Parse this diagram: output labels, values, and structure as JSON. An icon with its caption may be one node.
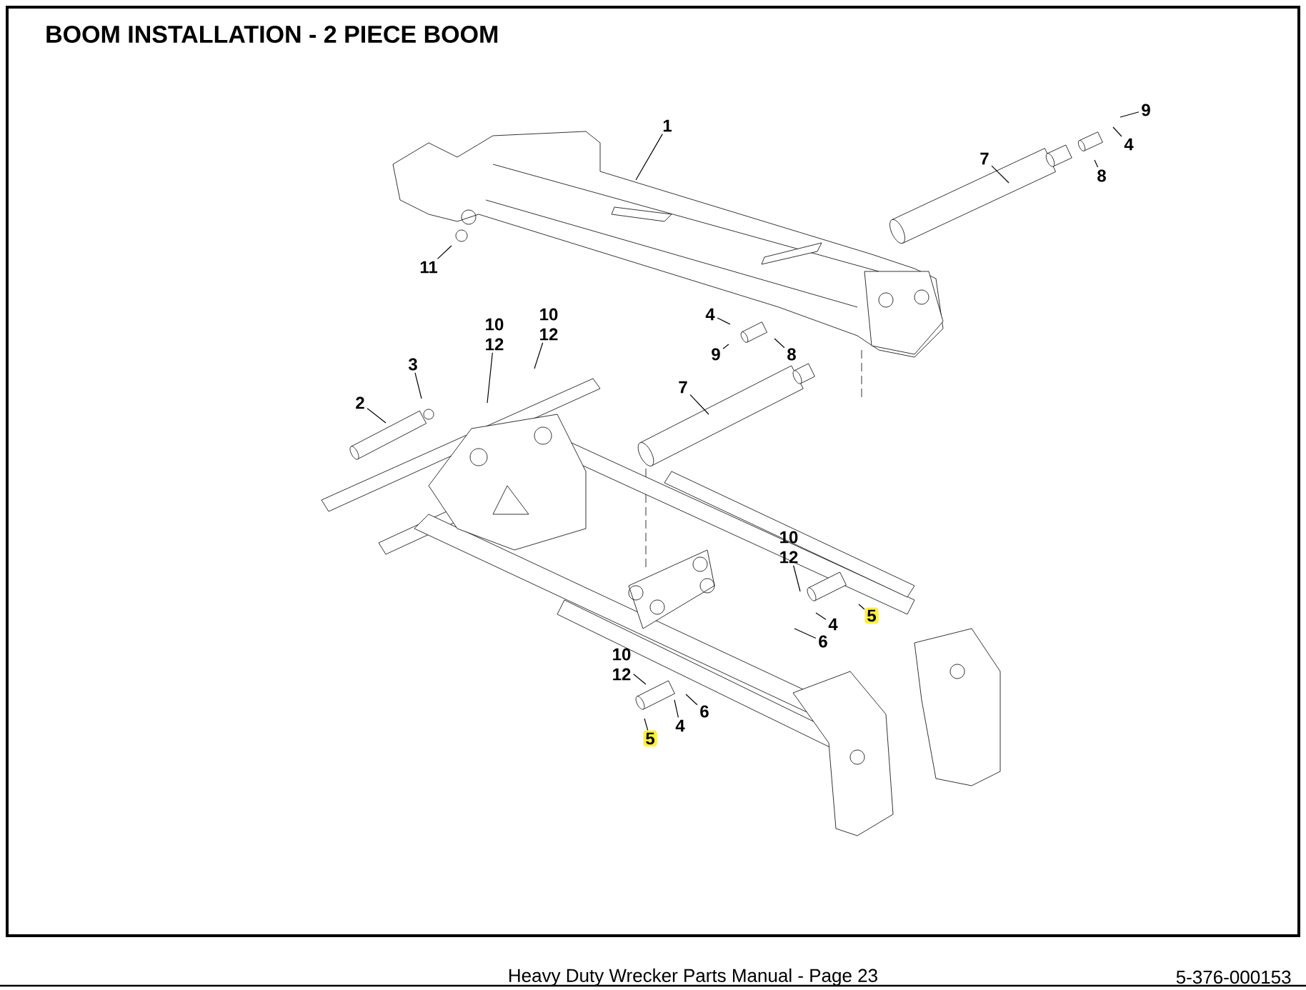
{
  "diagram": {
    "title": "BOOM INSTALLATION - 2 PIECE BOOM",
    "nodes": [
      {
        "text": [
          "1"
        ]
      },
      {
        "text": [
          "9"
        ]
      },
      {
        "text": [
          "4"
        ]
      },
      {
        "text": [
          "7"
        ]
      },
      {
        "text": [
          "8"
        ]
      },
      {
        "text": [
          "11"
        ]
      },
      {
        "text": [
          "4"
        ]
      },
      {
        "text": [
          "10",
          "12"
        ]
      },
      {
        "text": [
          "10",
          "12"
        ]
      },
      {
        "text": [
          "9"
        ]
      },
      {
        "text": [
          "8"
        ]
      },
      {
        "text": [
          "3"
        ]
      },
      {
        "text": [
          "7"
        ]
      },
      {
        "text": [
          "2"
        ]
      },
      {
        "text": [
          "10",
          "12"
        ]
      },
      {
        "text": [
          "5"
        ]
      },
      {
        "text": [
          "4"
        ]
      },
      {
        "text": [
          "6"
        ]
      },
      {
        "text": [
          "10",
          "12"
        ]
      },
      {
        "text": [
          "6"
        ]
      },
      {
        "text": [
          "4"
        ]
      },
      {
        "text": [
          "5"
        ]
      }
    ],
    "edges": [
      {
        "from": 0,
        "to": null,
        "arrow": "none"
      },
      {
        "from": 1,
        "to": null,
        "arrow": "none"
      },
      {
        "from": 2,
        "to": null,
        "arrow": "none"
      },
      {
        "from": 3,
        "to": null,
        "arrow": "none"
      },
      {
        "from": 4,
        "to": null,
        "arrow": "none"
      },
      {
        "from": 5,
        "to": null,
        "arrow": "none"
      },
      {
        "from": 6,
        "to": null,
        "arrow": "none"
      },
      {
        "from": 7,
        "to": null,
        "arrow": "none"
      },
      {
        "from": 8,
        "to": null,
        "arrow": "none"
      },
      {
        "from": 9,
        "to": null,
        "arrow": "none"
      },
      {
        "from": 10,
        "to": null,
        "arrow": "none"
      },
      {
        "from": 11,
        "to": null,
        "arrow": "none"
      },
      {
        "from": 12,
        "to": null,
        "arrow": "none"
      },
      {
        "from": 13,
        "to": null,
        "arrow": "none"
      },
      {
        "from": 14,
        "to": null,
        "arrow": "none"
      },
      {
        "from": 15,
        "to": null,
        "arrow": "none"
      },
      {
        "from": 16,
        "to": null,
        "arrow": "none"
      },
      {
        "from": 17,
        "to": null,
        "arrow": "none"
      },
      {
        "from": 18,
        "to": null,
        "arrow": "none"
      },
      {
        "from": 19,
        "to": null,
        "arrow": "none"
      },
      {
        "from": 20,
        "to": null,
        "arrow": "none"
      },
      {
        "from": 21,
        "to": null,
        "arrow": "none"
      }
    ],
    "labels": [
      "Heavy Duty Wrecker Parts Manual  -  Page 23",
      "5-376-000153"
    ]
  }
}
